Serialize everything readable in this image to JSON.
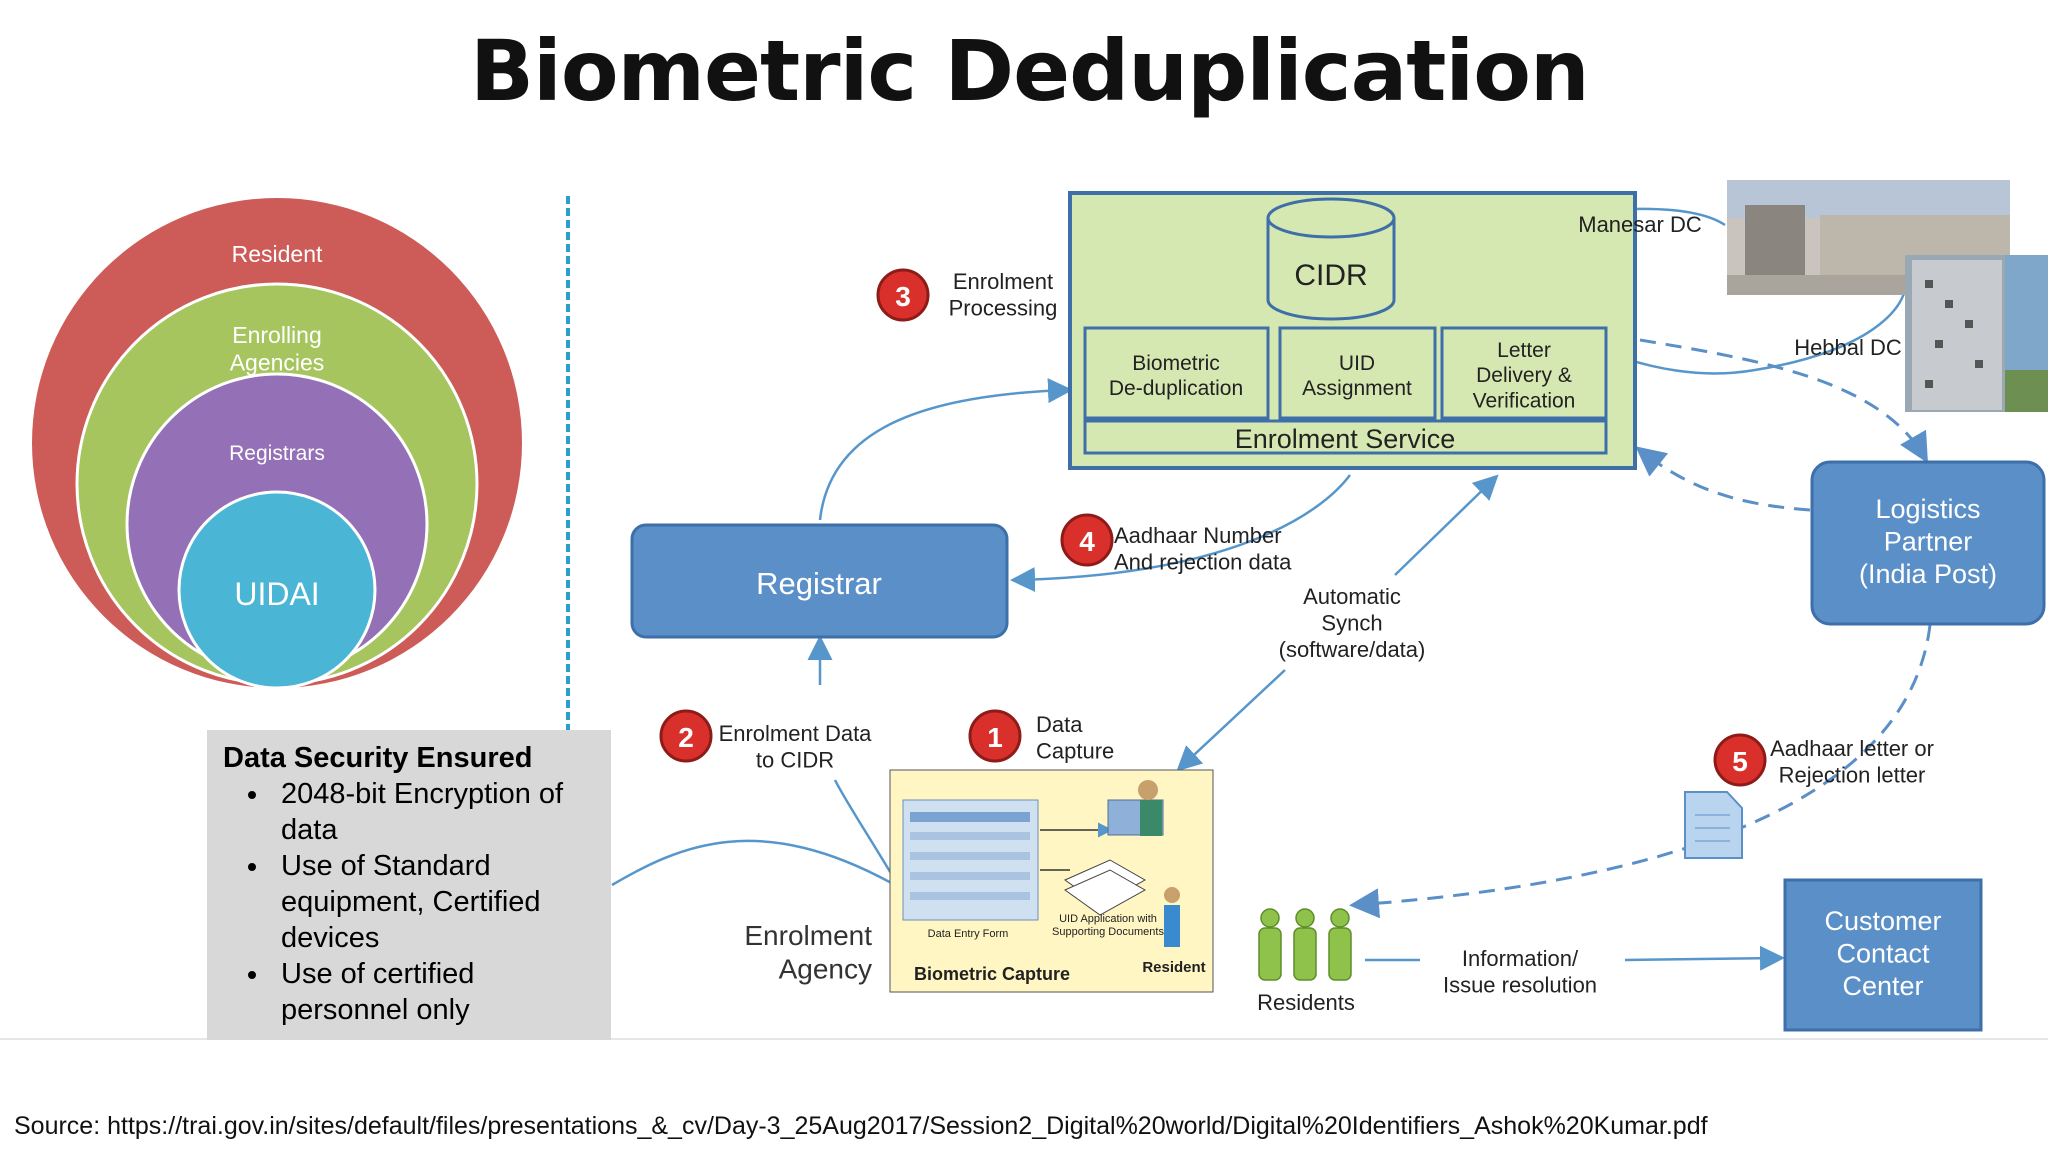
{
  "title": "Biometric Deduplication",
  "circles": {
    "outer": "Resident",
    "second": "Enrolling\nAgencies",
    "third": "Registrars",
    "inner": "UIDAI"
  },
  "colors": {
    "resident": "#cd5b57",
    "enrolling": "#a6c55e",
    "registrars": "#9470b6",
    "uidai": "#4bb5d6",
    "box_blue": "#5b8fc8",
    "box_green": "#d6e8b2",
    "step_red": "#d9302b",
    "line_blue": "#5796cb"
  },
  "security": {
    "heading": "Data Security Ensured",
    "items": [
      "2048-bit Encryption of data",
      "Use of Standard equipment, Certified devices",
      "Use of certified personnel only"
    ]
  },
  "flow": {
    "cidr": "CIDR",
    "modules": [
      "Biometric\nDe-duplication",
      "UID\nAssignment",
      "Letter\nDelivery &\nVerification"
    ],
    "enrolment_service": "Enrolment Service",
    "manesar": "Manesar DC",
    "hebbal": "Hebbal DC",
    "registrar": "Registrar",
    "logistics": "Logistics\nPartner\n(India Post)",
    "customer_contact": "Customer\nContact\nCenter",
    "enrolment_agency": "Enrolment\nAgency",
    "residents": "Residents",
    "info_resolution": "Information/\nIssue resolution",
    "auto_synch": "Automatic\nSynch\n(software/data)",
    "biometric_capture": "Biometric Capture",
    "bc_resident": "Resident",
    "bc_data_entry": "Data Entry Form",
    "bc_supporting": "UID Application with\nSupporting Documents",
    "steps": [
      {
        "num": "1",
        "label": "Data\nCapture"
      },
      {
        "num": "2",
        "label": "Enrolment Data\nto CIDR"
      },
      {
        "num": "3",
        "label": "Enrolment\nProcessing"
      },
      {
        "num": "4",
        "label": "Aadhaar Number\nAnd rejection data"
      },
      {
        "num": "5",
        "label": "Aadhaar letter or\nRejection letter"
      }
    ]
  },
  "source": "Source: https://trai.gov.in/sites/default/files/presentations_&_cv/Day-3_25Aug2017/Session2_Digital%20world/Digital%20Identifiers_Ashok%20Kumar.pdf"
}
